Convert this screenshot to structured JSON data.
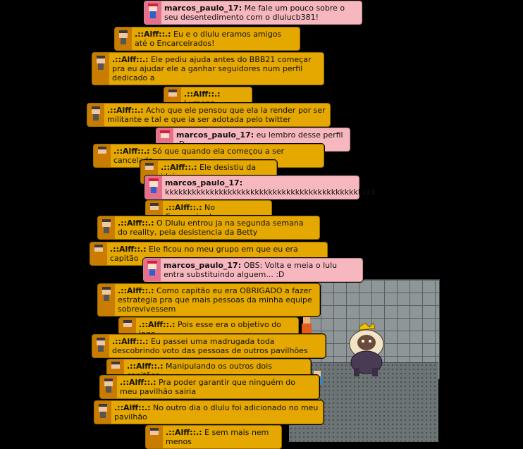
{
  "messages": [
    {
      "user": "marcos_paulo_17:",
      "text": "Me fale um pouco sobre o seu desentedimento com o dlulucb381!"
    },
    {
      "user": ".::Alff::.:",
      "text": "Eu e o dlulu eramos amigos até o Encarceirados!"
    },
    {
      "user": ".::Alff::.:",
      "text": "Ele pediu ajuda antes do BBB21 começar pra eu ajudar ele a ganhar seguidores num perfil dedicado a"
    },
    {
      "user": ".::Alff::.:",
      "text": "Lumena"
    },
    {
      "user": ".::Alff::.:",
      "text": "Acho que ele pensou que ela ia render por ser militante e tal e que ia ser adotada pelo twitter"
    },
    {
      "user": "marcos_paulo_17:",
      "text": "eu lembro desse perfil :D"
    },
    {
      "user": ".::Alff::.:",
      "text": "Só que quando ela começou a ser cancelada"
    },
    {
      "user": ".::Alff::.:",
      "text": "Ele desistiu da ideia"
    },
    {
      "user": "marcos_paulo_17:",
      "text": "kkkkkkkkkkkkkkkkkkkkkkkkkkkkkkkkkkkkkkkkkkkkkkk"
    },
    {
      "user": ".::Alff::.:",
      "text": "No Encarceirados"
    },
    {
      "user": ".::Alff::.:",
      "text": "O Dlulu entrou ja na segunda semana do reality, pela desistencia da Betty"
    },
    {
      "user": ".::Alff::.:",
      "text": "Ele ficou no meu grupo em que eu era capitão"
    },
    {
      "user": "marcos_paulo_17:",
      "text": "OBS: Volta e meia o lulu entra substituindo alguem... :D"
    },
    {
      "user": ".::Alff::.:",
      "text": "Como capitão eu era OBRIGADO a fazer estrategia pra que mais pessoas da minha equipe sobrevivessem"
    },
    {
      "user": ".::Alff::.:",
      "text": "Pois esse era o objetivo do jogo"
    },
    {
      "user": ".::Alff::.:",
      "text": "Eu passei uma madrugada toda descobrindo voto das pessoas de outros pavilhões"
    },
    {
      "user": ".::Alff::.:",
      "text": "Manipulando os outros dois capitães"
    },
    {
      "user": ".::Alff::.:",
      "text": "Pra poder garantir que ninguém do meu pavilhão sairia"
    },
    {
      "user": ".::Alff::.:",
      "text": "No outro dia o dlulu foi adicionado no meu pavilhão"
    },
    {
      "user": ".::Alff::.:",
      "text": "E sem mais nem menos"
    }
  ]
}
